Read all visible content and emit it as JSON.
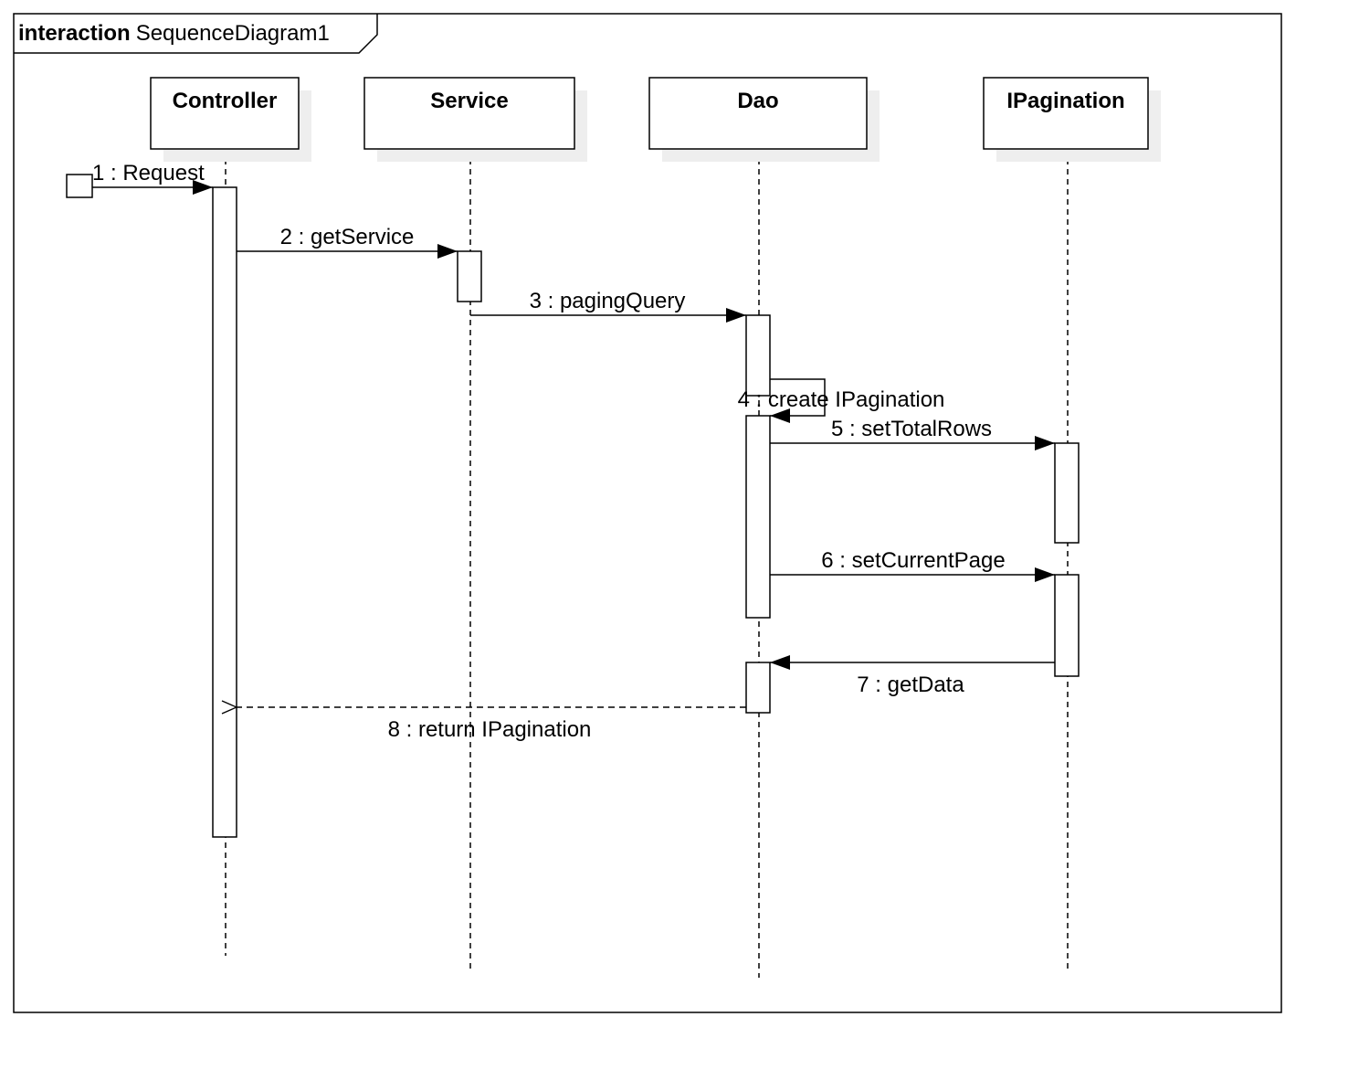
{
  "frame": {
    "keyword": "interaction",
    "name": "SequenceDiagram1"
  },
  "lifelines": [
    {
      "id": "controller",
      "name": "Controller"
    },
    {
      "id": "service",
      "name": "Service"
    },
    {
      "id": "dao",
      "name": "Dao"
    },
    {
      "id": "ipagination",
      "name": "IPagination"
    }
  ],
  "messages": [
    {
      "id": "m1",
      "label": "1 : Request",
      "kind": "found"
    },
    {
      "id": "m2",
      "label": "2 : getService",
      "kind": "sync"
    },
    {
      "id": "m3",
      "label": "3 : pagingQuery",
      "kind": "sync"
    },
    {
      "id": "m4",
      "label": "4 : create IPagination",
      "kind": "self"
    },
    {
      "id": "m5",
      "label": "5 : setTotalRows",
      "kind": "sync"
    },
    {
      "id": "m6",
      "label": "6 : setCurrentPage",
      "kind": "sync"
    },
    {
      "id": "m7",
      "label": "7 : getData",
      "kind": "sync"
    },
    {
      "id": "m8",
      "label": "8 : return IPagination",
      "kind": "reply"
    }
  ]
}
